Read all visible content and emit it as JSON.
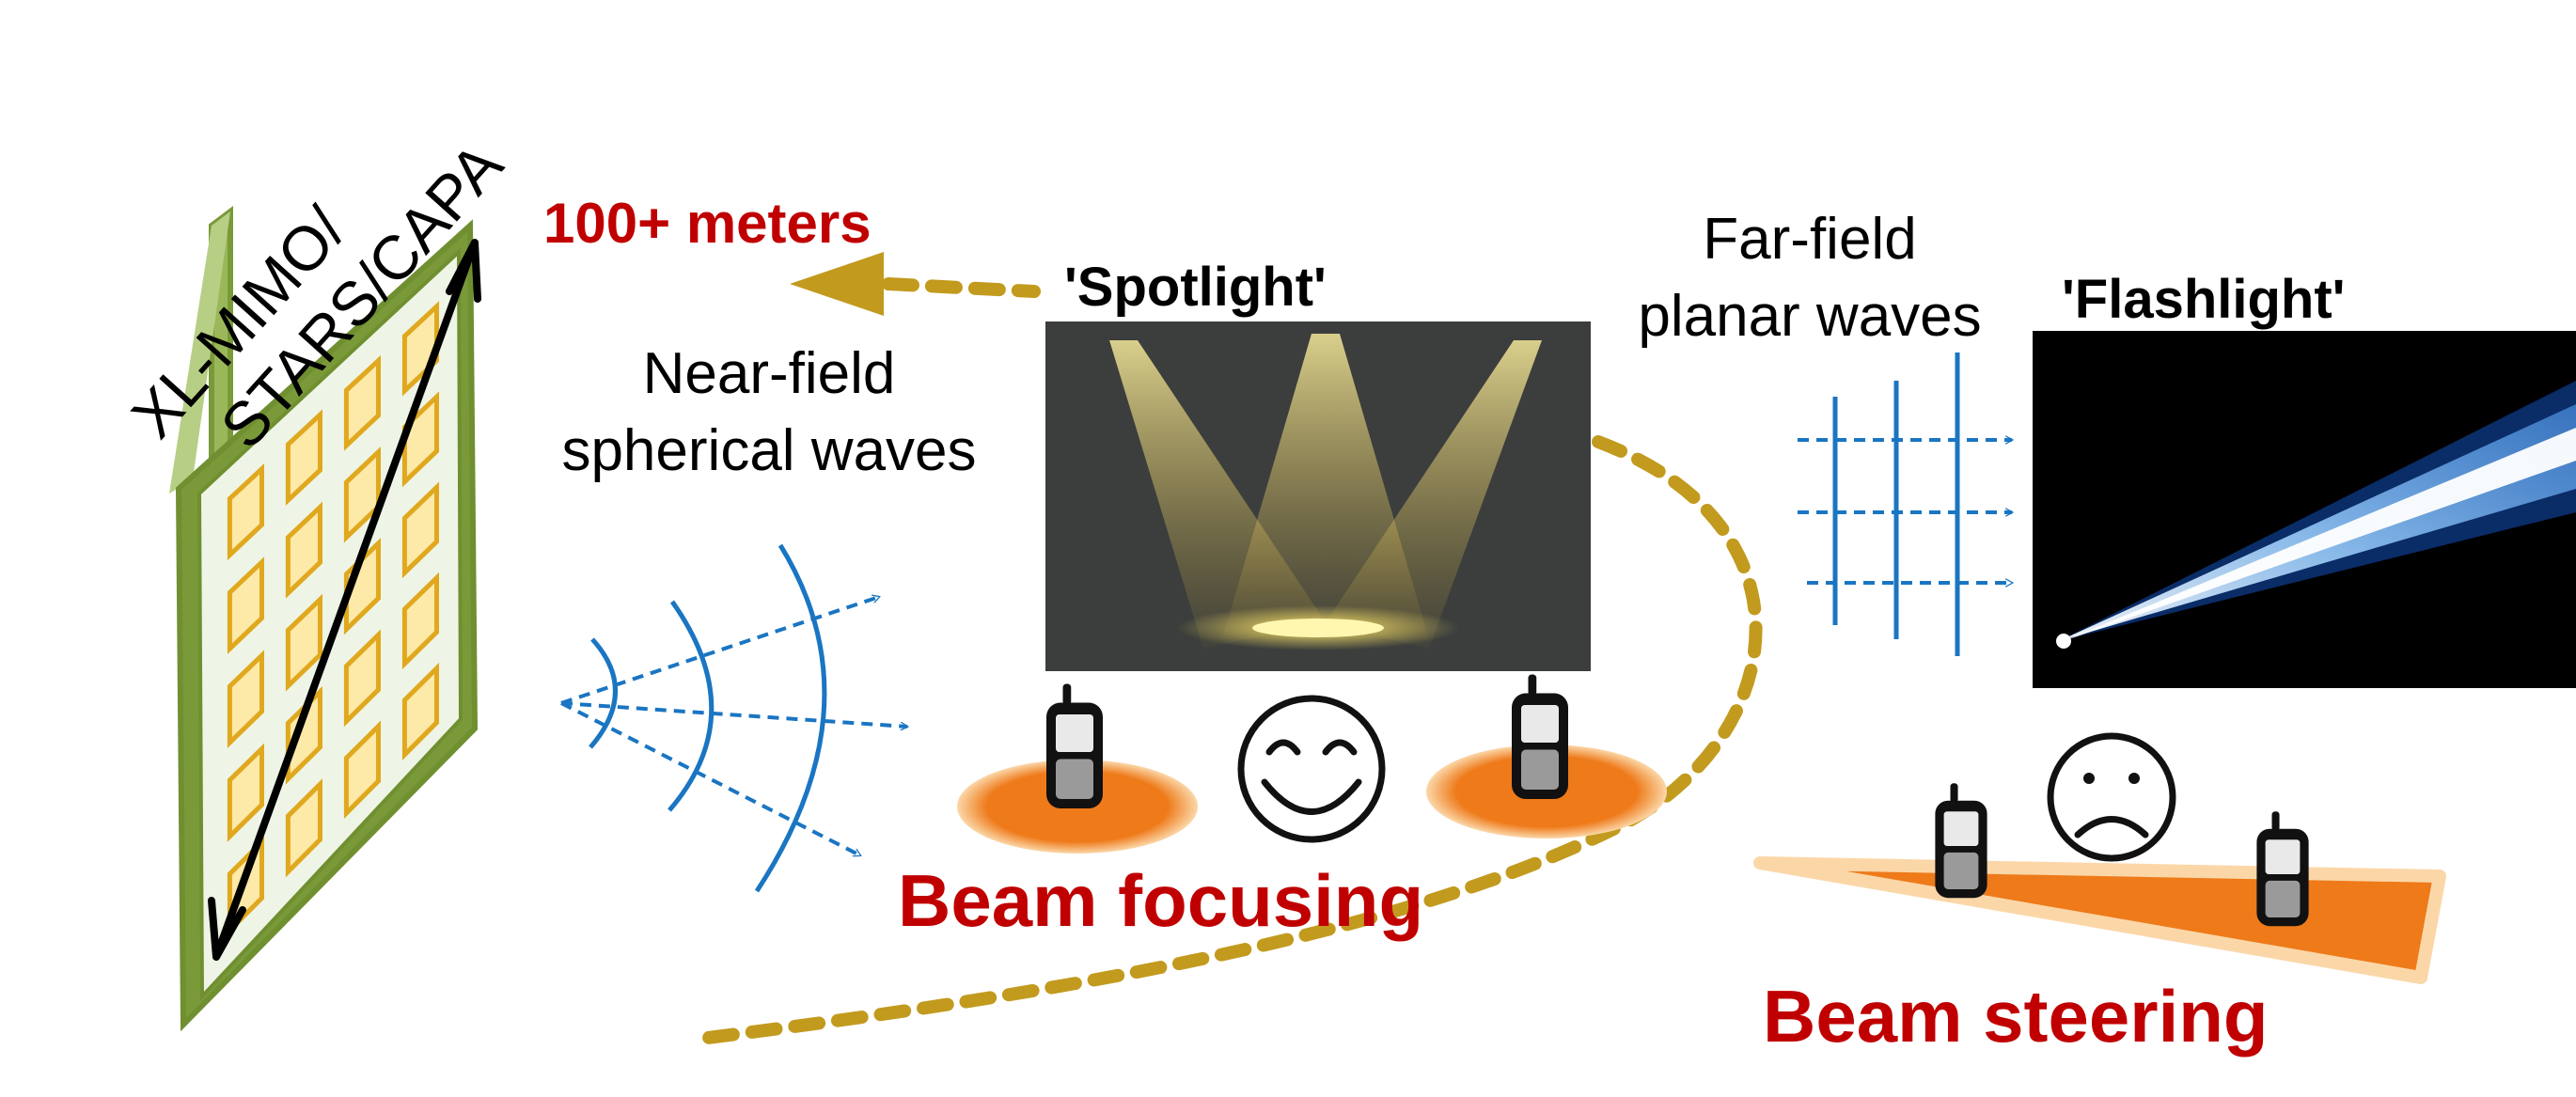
{
  "array": {
    "label_line1": "XL-MIMO/",
    "label_line2": "STARS/CAPA"
  },
  "distance": {
    "label": "100+ meters"
  },
  "near_field": {
    "label_line1": "Near-field",
    "label_line2": "spherical waves",
    "spotlight_label": "'Spotlight'",
    "caption": "Beam focusing",
    "emoji": "😊"
  },
  "far_field": {
    "label_line1": "Far-field",
    "label_line2": "planar waves",
    "flashlight_label": "'Flashlight'",
    "caption": "Beam steering",
    "emoji": "☹"
  },
  "colors": {
    "panel_green": "#7a9a3a",
    "panel_fill": "#eef5e6",
    "element_gold": "#e0a81e",
    "wave_blue": "#1a75c2",
    "dashed_gold": "#c29a1e",
    "caption_red": "#c00000",
    "beam_orange": "#ee7a1a"
  }
}
